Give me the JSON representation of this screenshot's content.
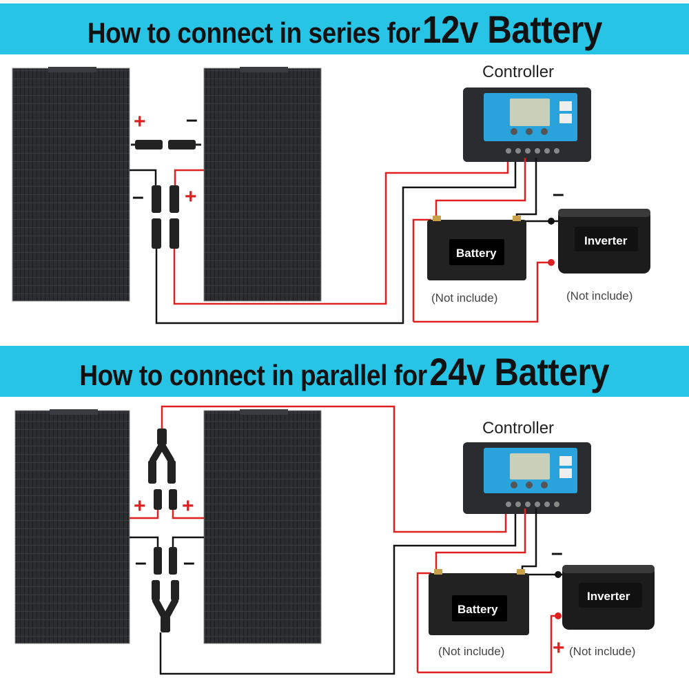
{
  "series": {
    "title_prefix": "How to connect in series for",
    "title_emphasis": "12v Battery",
    "controller_label": "Controller",
    "battery_label": "Battery",
    "inverter_label": "Inverter",
    "battery_note": "(Not include)",
    "inverter_note": "(Not include)",
    "plus_sign": "+",
    "minus_sign": "–"
  },
  "parallel": {
    "title_prefix": "How to connect in parallel for",
    "title_emphasis": "24v Battery",
    "controller_label": "Controller",
    "battery_label": "Battery",
    "inverter_label": "Inverter",
    "battery_note": "(Not include)",
    "inverter_note": "(Not include)",
    "plus_sign": "+",
    "minus_sign": "–"
  },
  "colors": {
    "banner": "#27c4e6",
    "wire_positive": "#e02020",
    "wire_negative": "#111111",
    "panel": "#2b2d31",
    "controller_face": "#2aa3dc"
  }
}
